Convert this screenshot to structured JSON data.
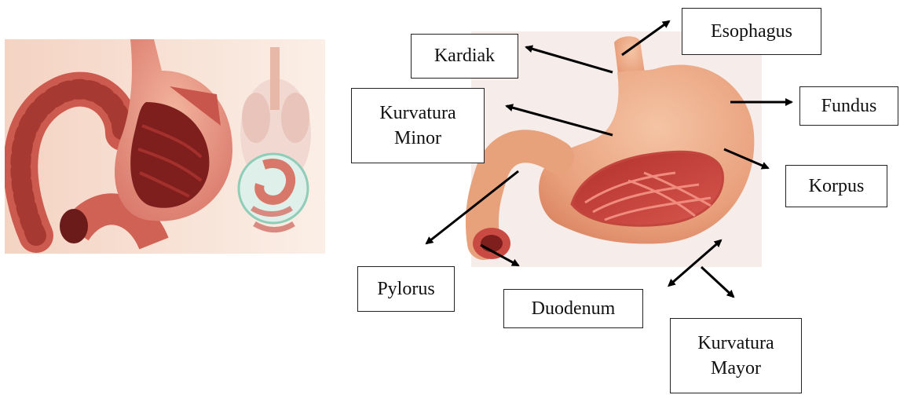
{
  "labels": {
    "esophagus": "Esophagus",
    "kardiak": "Kardiak",
    "kurvatura_minor_1": "Kurvatura",
    "kurvatura_minor_2": "Minor",
    "fundus": "Fundus",
    "korpus": "Korpus",
    "pylorus": "Pylorus",
    "duodenum": "Duodenum",
    "kurvatura_mayor_1": "Kurvatura",
    "kurvatura_mayor_2": "Mayor"
  },
  "colors": {
    "stomach_outer": "#e9a07c",
    "stomach_inner": "#c8453f",
    "tissue_dark": "#8e2a27",
    "background_panel": "#f6ecea",
    "arrow": "#000000"
  }
}
